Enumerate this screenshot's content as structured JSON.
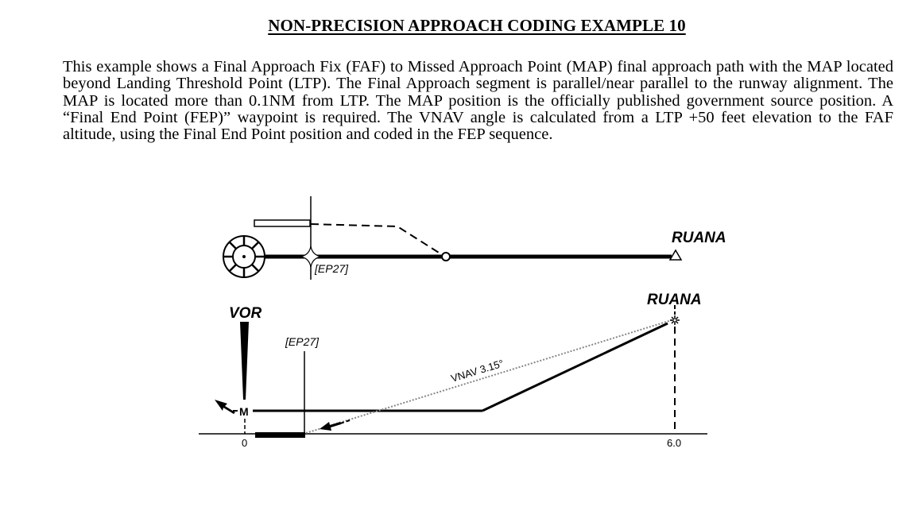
{
  "title": "NON-PRECISION APPROACH CODING EXAMPLE 10",
  "description": "This example shows a Final Approach Fix (FAF) to Missed Approach Point (MAP) final approach path with the MAP located beyond Landing Threshold Point (LTP). The Final Approach segment is parallel/near parallel to the runway alignment. The MAP is located more than 0.1NM from LTP. The MAP position is the officially published government source position. A “Final End Point (FEP)” waypoint is required. The VNAV angle is calculated from a LTP +50 feet elevation to the FAF altitude, using the Final End Point position and coded in the FEP sequence.",
  "plan_view": {
    "fix_label": "RUANA",
    "fep_label": "[EP27]"
  },
  "profile_view": {
    "vor_label": "VOR",
    "fix_label": "RUANA",
    "fep_label": "[EP27]",
    "vnav_label": "VNAV 3.15°",
    "axis_start": "0",
    "axis_end": "6.0"
  }
}
